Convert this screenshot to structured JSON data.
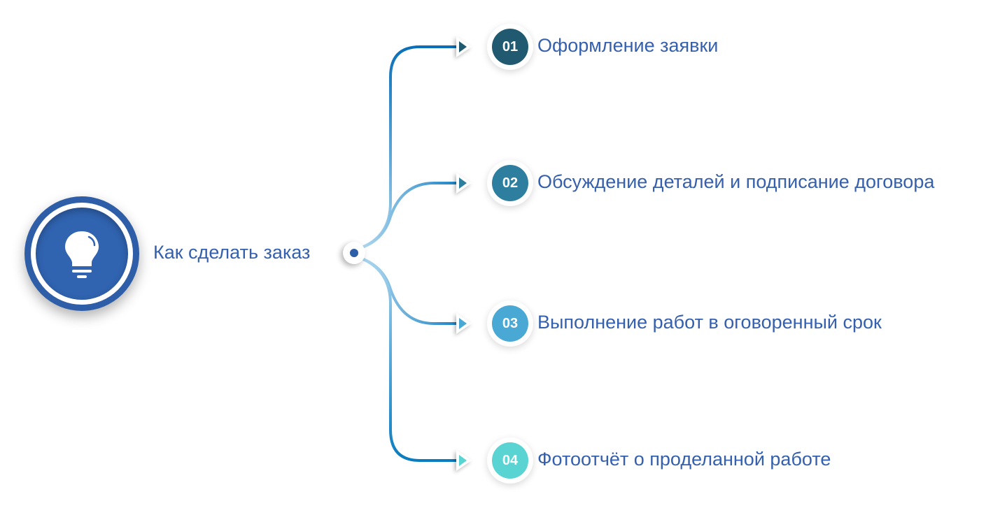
{
  "title": "Как сделать заказ",
  "center_icon": "lightbulb-icon",
  "steps": [
    {
      "num": "01",
      "label": "Оформление заявки",
      "color": "#215a70"
    },
    {
      "num": "02",
      "label": "Обсуждение деталей и подписание договора",
      "color": "#2e7f9f"
    },
    {
      "num": "03",
      "label": "Выполнение работ в оговоренный срок",
      "color": "#4aa8d4"
    },
    {
      "num": "04",
      "label": "Фотоотчёт о проделанной работе",
      "color": "#5ad3d3"
    }
  ]
}
